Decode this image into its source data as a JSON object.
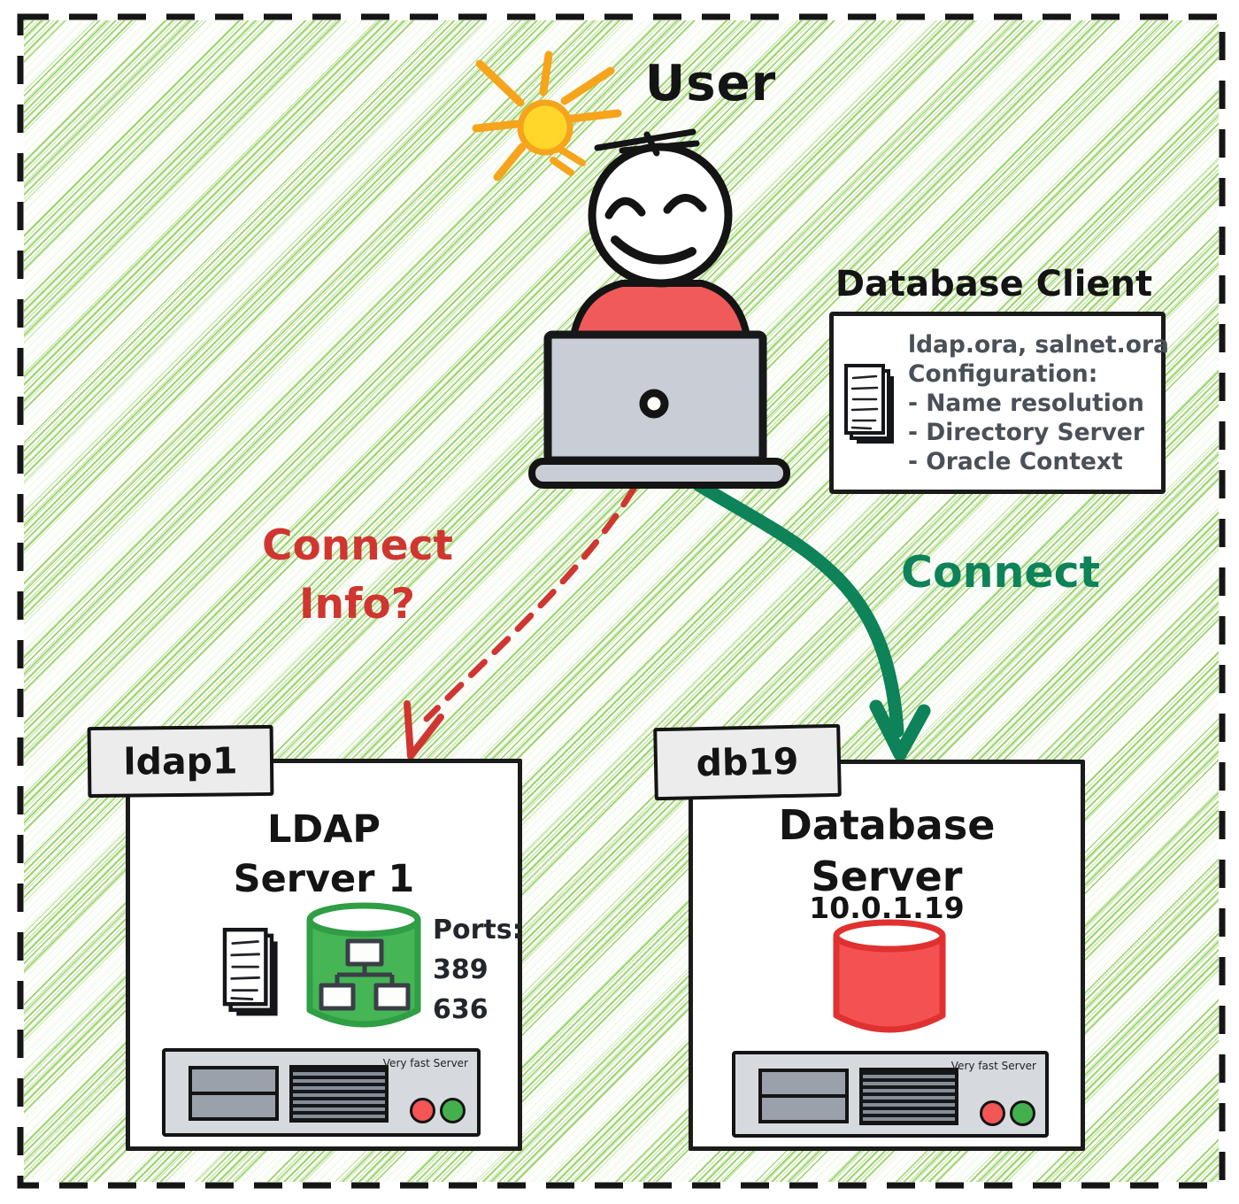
{
  "user": {
    "label": "User"
  },
  "client_note": {
    "title": "Database Client",
    "lines": [
      "ldap.ora, salnet.ora",
      "Configuration:",
      "- Name resolution",
      "- Directory Server",
      "- Oracle Context"
    ]
  },
  "arrows": {
    "connect_info": {
      "line1": "Connect",
      "line2": "Info?",
      "color": "#cf3630",
      "style": "dashed"
    },
    "connect": {
      "label": "Connect",
      "color": "#0e8258",
      "style": "solid"
    }
  },
  "ldap_server": {
    "tag": "ldap1",
    "title_line1": "LDAP",
    "title_line2": "Server 1",
    "ports_label": "Ports:",
    "ports": [
      "389",
      "636"
    ],
    "chassis_label": "Very fast Server"
  },
  "db_server": {
    "tag": "db19",
    "title_line1": "Database",
    "title_line2": "Server",
    "ip": "10.0.1.19",
    "chassis_label": "Very fast Server"
  },
  "icons": {
    "sun": "sun-icon",
    "user": "user-avatar",
    "laptop": "laptop-icon",
    "documents": "documents-icon",
    "ldap_directory": "ldap-tree-cylinder-icon",
    "database": "database-cylinder-icon",
    "leds": [
      "red-led",
      "green-led"
    ]
  },
  "colors": {
    "hatch_green": "#8ccd55",
    "accent_red": "#cf3630",
    "accent_green": "#0e8258",
    "shirt_red": "#f05a5a",
    "ldap_green": "#46b556",
    "db_red": "#f45252",
    "laptop_gray": "#c9cdd5",
    "chassis_gray": "#d6d9de",
    "note_text": "#4a5058"
  }
}
